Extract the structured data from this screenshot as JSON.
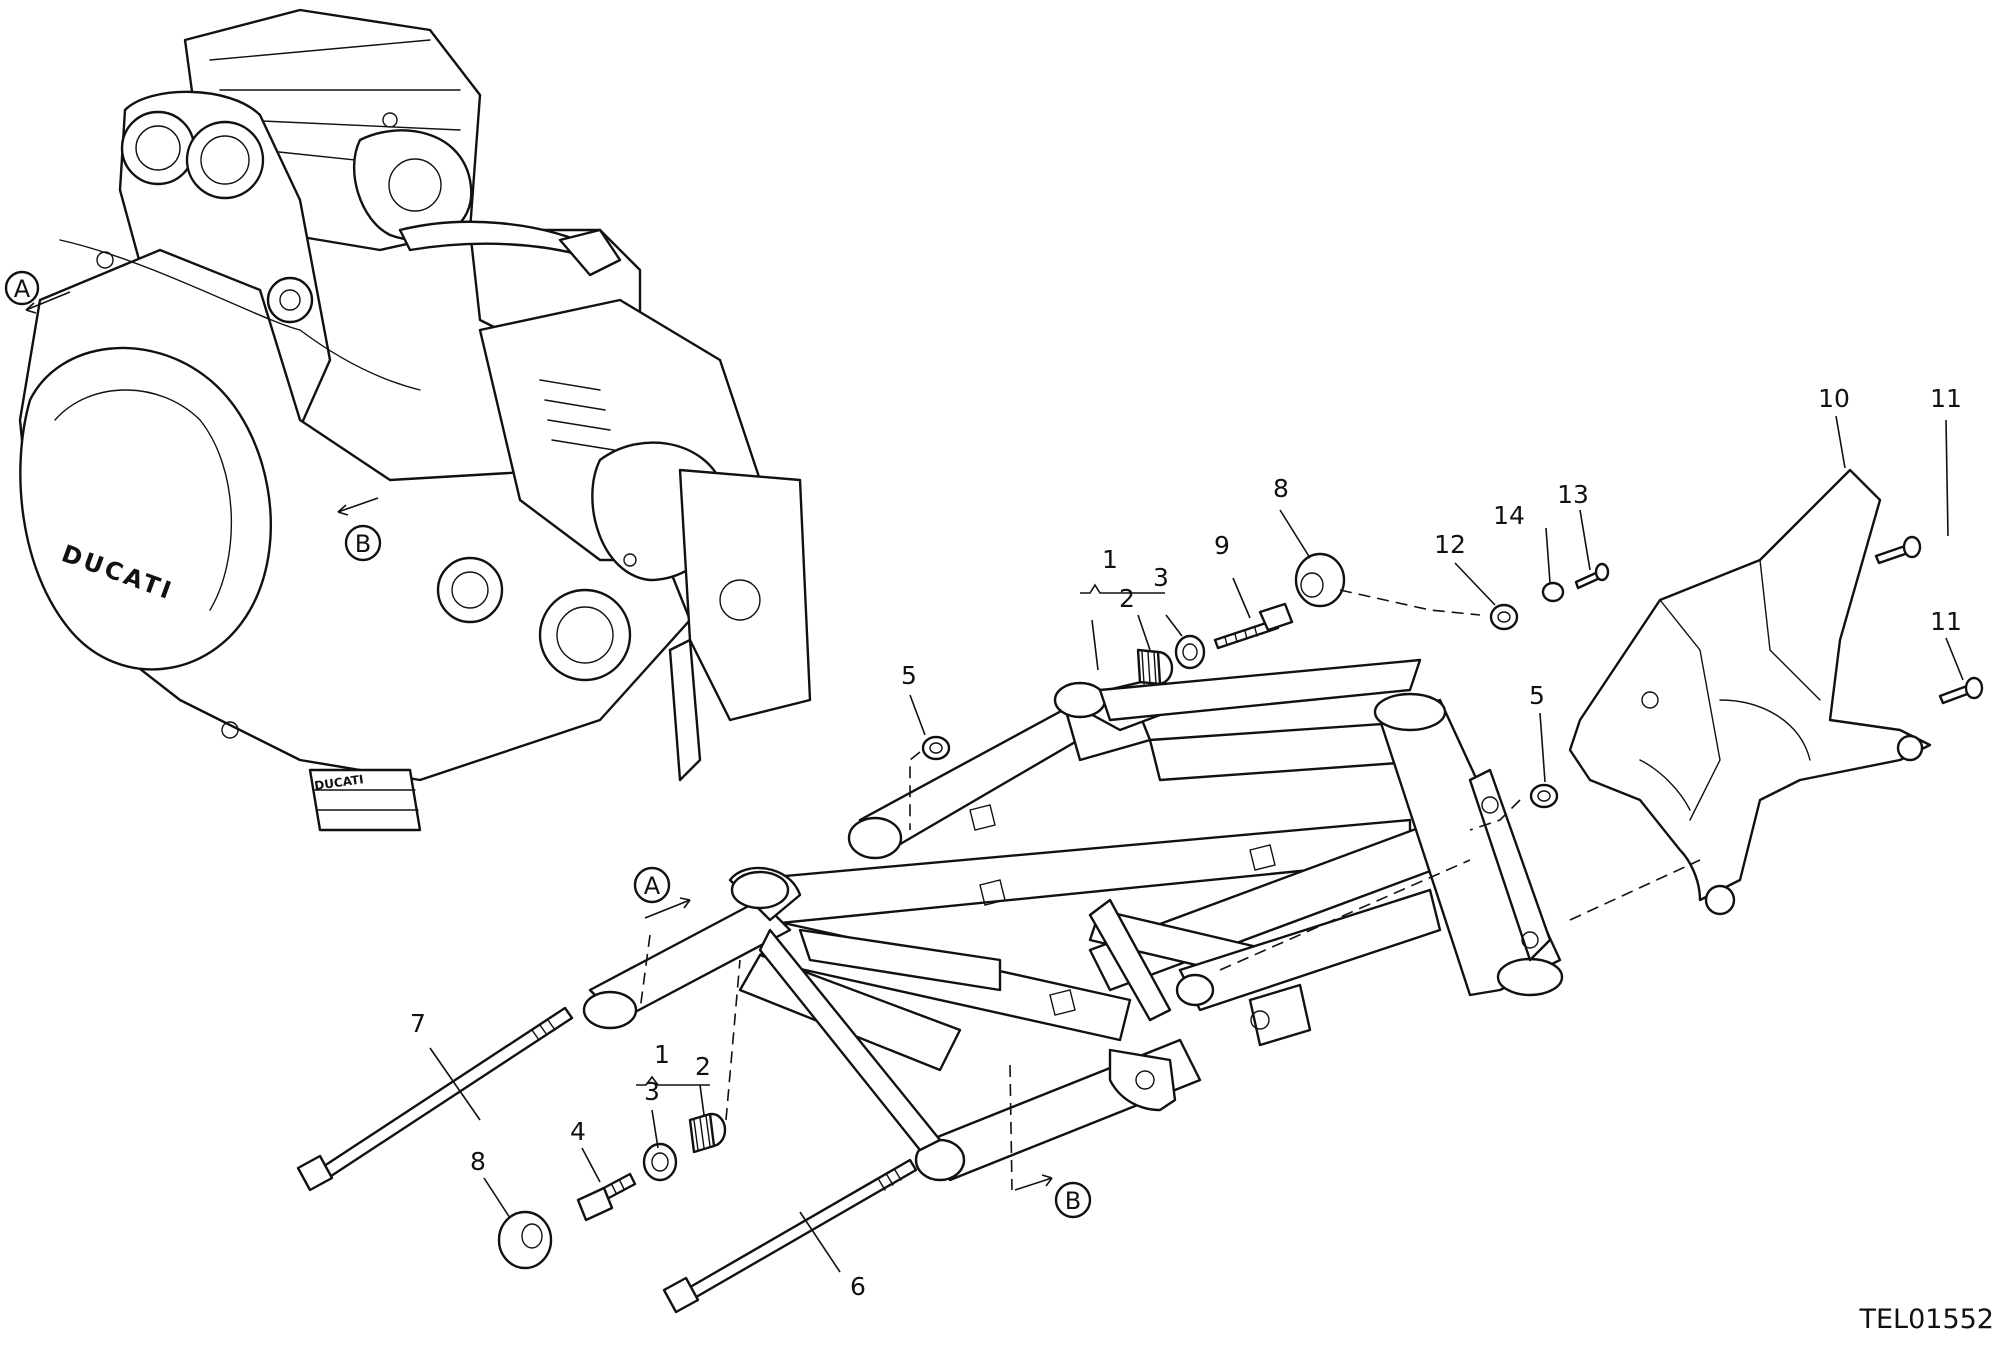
{
  "drawing": {
    "code": "TEL01552",
    "callouts": [
      {
        "id": "c1-upper",
        "label": "1"
      },
      {
        "id": "c2-upper",
        "label": "2"
      },
      {
        "id": "c3-upper",
        "label": "3"
      },
      {
        "id": "c5-left",
        "label": "5"
      },
      {
        "id": "c8-upper",
        "label": "8"
      },
      {
        "id": "c9",
        "label": "9"
      },
      {
        "id": "c12",
        "label": "12"
      },
      {
        "id": "c14",
        "label": "14"
      },
      {
        "id": "c13",
        "label": "13"
      },
      {
        "id": "c5-right",
        "label": "5"
      },
      {
        "id": "c10",
        "label": "10"
      },
      {
        "id": "c11-top",
        "label": "11"
      },
      {
        "id": "c11-bottom",
        "label": "11"
      },
      {
        "id": "c7",
        "label": "7"
      },
      {
        "id": "c1-lower",
        "label": "1"
      },
      {
        "id": "c3-lower",
        "label": "3"
      },
      {
        "id": "c2-lower",
        "label": "2"
      },
      {
        "id": "c4",
        "label": "4"
      },
      {
        "id": "c8-lower",
        "label": "8"
      },
      {
        "id": "c6",
        "label": "6"
      }
    ],
    "markers": [
      {
        "id": "marker-a-engine",
        "label": "A"
      },
      {
        "id": "marker-b-engine",
        "label": "B"
      },
      {
        "id": "marker-a-frame",
        "label": "A"
      },
      {
        "id": "marker-b-frame",
        "label": "B"
      }
    ],
    "engine": {
      "brand_text": "DUCATI"
    }
  }
}
